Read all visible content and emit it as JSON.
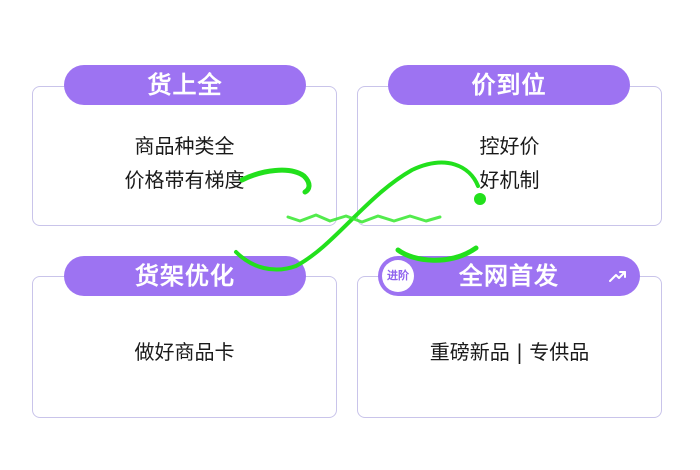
{
  "cards": [
    {
      "title": "货上全",
      "lines": [
        "商品种类全",
        "价格带有梯度"
      ]
    },
    {
      "title": "价到位",
      "lines": [
        "控好价",
        "好机制"
      ]
    },
    {
      "title": "货架优化",
      "lines": [
        "做好商品卡"
      ]
    },
    {
      "title": "全网首发",
      "lines": [
        "重磅新品 | 专供品"
      ],
      "badge": "进阶",
      "icon": "trend-up-icon"
    }
  ],
  "colors": {
    "accent": "#9d73f2",
    "card_border": "#c9c4ea",
    "annotation": "#22e01c"
  }
}
